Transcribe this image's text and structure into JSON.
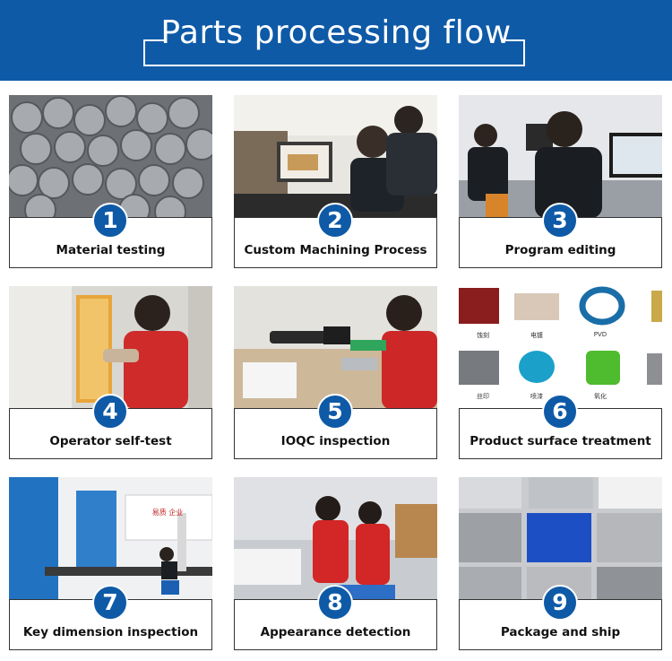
{
  "header": {
    "title": "Parts processing flow",
    "bg": "#0e5aa7"
  },
  "steps": [
    {
      "num": "1",
      "label": "Material testing"
    },
    {
      "num": "2",
      "label": "Custom Machining Process"
    },
    {
      "num": "3",
      "label": "Program editing"
    },
    {
      "num": "4",
      "label": "Operator self-test"
    },
    {
      "num": "5",
      "label": "IOQC inspection"
    },
    {
      "num": "6",
      "label": "Product surface treatment"
    },
    {
      "num": "7",
      "label": "Key dimension inspection"
    },
    {
      "num": "8",
      "label": "Appearance detection"
    },
    {
      "num": "9",
      "label": "Package and ship"
    }
  ],
  "surface_labels": [
    "蚀刻",
    "电镀",
    "PVD",
    "丝印",
    "喷漆",
    "氧化"
  ],
  "banner_text": "易质 企业"
}
